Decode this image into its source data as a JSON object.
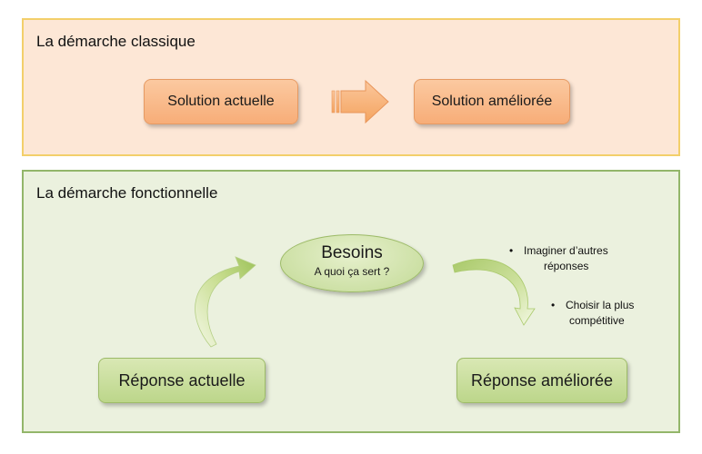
{
  "classic": {
    "title": "La démarche classique",
    "current": "Solution actuelle",
    "improved": "Solution améliorée"
  },
  "functional": {
    "title": "La démarche fonctionnelle",
    "needs_title": "Besoins",
    "needs_subtitle": "A quoi ça sert ?",
    "current": "Réponse actuelle",
    "improved": "Réponse améliorée",
    "bullets": [
      {
        "line1": "Imaginer d’autres",
        "line2": "réponses"
      },
      {
        "line1": "Choisir la plus",
        "line2": "compétitive"
      }
    ]
  },
  "colors": {
    "classic_bg": "#fde7d6",
    "classic_border": "#f3cf6a",
    "functional_bg": "#ebf1de",
    "functional_border": "#93b66a",
    "orange_box": "#f7ad78",
    "green_box": "#bcd68a"
  }
}
